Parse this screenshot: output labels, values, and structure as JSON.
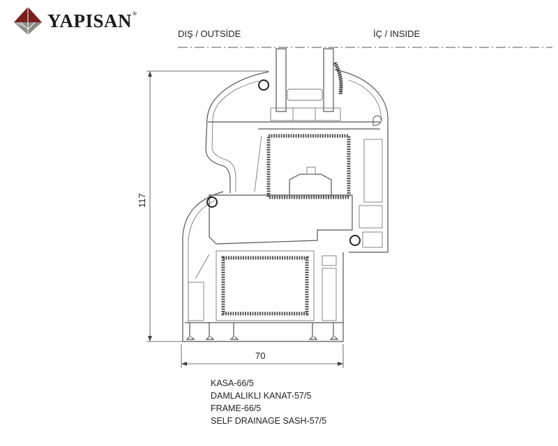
{
  "brand": {
    "name": "YAPISAN",
    "registered": "®"
  },
  "labels": {
    "outside": "DIŞ / OUTSİDE",
    "inside": "İÇ / INSIDE"
  },
  "dimensions": {
    "height": "117",
    "width": "70"
  },
  "caption": [
    "KASA-66/5",
    "DAMLALIKLI KANAT-57/5",
    "FRAME-66/5",
    "SELF DRAINAGE SASH-57/5"
  ],
  "colors": {
    "logo_red": "#7a1f1f",
    "logo_gray": "#8a8a86",
    "line": "#555555"
  }
}
